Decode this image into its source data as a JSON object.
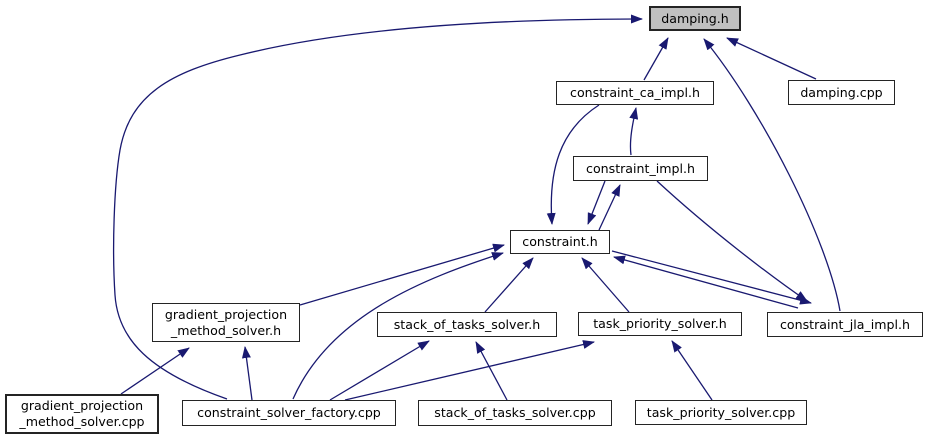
{
  "diagram": {
    "type": "include-dependency-graph",
    "root": "damping.h",
    "colors": {
      "edge": "#191970",
      "node_fill": "#ffffff",
      "root_fill": "#c0c0c0",
      "node_border": "#242424",
      "text": "#000000",
      "background": "#ffffff"
    },
    "nodes": {
      "damping_h": {
        "label": "damping.h"
      },
      "constraint_ca_impl_h": {
        "label": "constraint_ca_impl.h"
      },
      "damping_cpp": {
        "label": "damping.cpp"
      },
      "constraint_impl_h": {
        "label": "constraint_impl.h"
      },
      "constraint_h": {
        "label": "constraint.h"
      },
      "gradient_projection_method_solver_h": {
        "line1": "gradient_projection",
        "line2": "_method_solver.h"
      },
      "stack_of_tasks_solver_h": {
        "label": "stack_of_tasks_solver.h"
      },
      "task_priority_solver_h": {
        "label": "task_priority_solver.h"
      },
      "constraint_jla_impl_h": {
        "label": "constraint_jla_impl.h"
      },
      "gradient_projection_method_solver_cpp": {
        "line1": "gradient_projection",
        "line2": "_method_solver.cpp"
      },
      "constraint_solver_factory_cpp": {
        "label": "constraint_solver_factory.cpp"
      },
      "stack_of_tasks_solver_cpp": {
        "label": "stack_of_tasks_solver.cpp"
      },
      "task_priority_solver_cpp": {
        "label": "task_priority_solver.cpp"
      }
    },
    "edges": [
      {
        "from": "constraint_ca_impl_h",
        "to": "damping_h"
      },
      {
        "from": "constraint_jla_impl_h",
        "to": "damping_h"
      },
      {
        "from": "damping_cpp",
        "to": "damping_h"
      },
      {
        "from": "constraint_solver_factory_cpp",
        "to": "damping_h"
      },
      {
        "from": "constraint_impl_h",
        "to": "constraint_ca_impl_h"
      },
      {
        "from": "constraint_ca_impl_h",
        "to": "constraint_h"
      },
      {
        "from": "constraint_impl_h",
        "to": "constraint_h"
      },
      {
        "from": "constraint_h",
        "to": "constraint_impl_h"
      },
      {
        "from": "gradient_projection_method_solver_h",
        "to": "constraint_h"
      },
      {
        "from": "constraint_solver_factory_cpp",
        "to": "constraint_h"
      },
      {
        "from": "stack_of_tasks_solver_h",
        "to": "constraint_h"
      },
      {
        "from": "task_priority_solver_h",
        "to": "constraint_h"
      },
      {
        "from": "constraint_jla_impl_h",
        "to": "constraint_h"
      },
      {
        "from": "constraint_h",
        "to": "constraint_jla_impl_h"
      },
      {
        "from": "constraint_impl_h",
        "to": "constraint_jla_impl_h"
      },
      {
        "from": "gradient_projection_method_solver_cpp",
        "to": "gradient_projection_method_solver_h"
      },
      {
        "from": "constraint_solver_factory_cpp",
        "to": "gradient_projection_method_solver_h"
      },
      {
        "from": "constraint_solver_factory_cpp",
        "to": "stack_of_tasks_solver_h"
      },
      {
        "from": "stack_of_tasks_solver_cpp",
        "to": "stack_of_tasks_solver_h"
      },
      {
        "from": "constraint_solver_factory_cpp",
        "to": "task_priority_solver_h"
      },
      {
        "from": "task_priority_solver_cpp",
        "to": "task_priority_solver_h"
      }
    ]
  }
}
